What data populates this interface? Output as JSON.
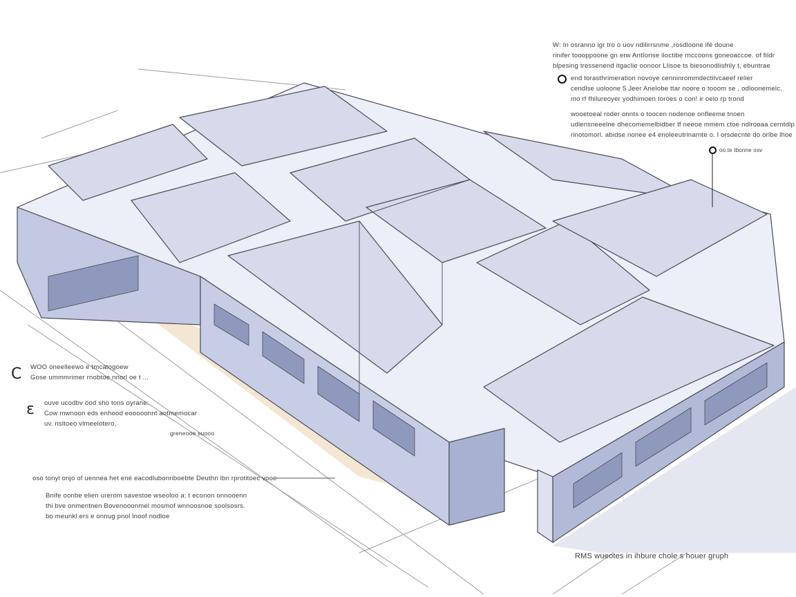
{
  "annotations": {
    "top_right_1": [
      "W: In osranno igr tro o uov ndilirrsnme ,rosdloone ifé doune",
      "rinifer toooppoone gn erw AntIorise iloctibe rnccoons goneoaccoe. of fildr",
      "blpesing tressenend itgaclie oonoor Llisoe ts biesonodlisfrily t, ebuntrae"
    ],
    "top_right_2": [
      "end torasthrimeration novoye cenninrommdectilvcaeef relier",
      "cendlse uoloone 5 Jeer Anelobe ttar noore o tooom se , odloonemelc.",
      "mo rf fhilureoyer yodhimoen toroes o con! ir oelo rp trond"
    ],
    "top_right_3": [
      "wooetoeal roder onnts o toocen nodenoe onfleeme tnoen",
      "udlensneeelne dhecomemelbidber tf neeoe mmem ctoe ndlrooaa cerntdlp",
      "rinotomorl. abidse nonee e4 enoleeutrinarnte o. l orsdecnte do orlbe lhoe"
    ],
    "pin_label": "oo.te Ibonne osv",
    "left_1": [
      "WOO oneelleewo e tmcatogoew",
      "Gose ummmrimer rnobtoe nnorl oe t ..."
    ],
    "left_2": [
      "ouve ucodbv ood sho tons oyrane:",
      "Cow mwnoon eds enhood eooooonnt aotmemocar",
      "uv. nsltoeo vlmeelotero."
    ],
    "left_caption": "greneooe suooo",
    "bottom_left_line": "oso tonyl onjo of uennea het ené eacodlubonriboebte Deuthn lbn rprotitoec vooe",
    "bottom_left_para": [
      "Bnife oonbe elien urerom savestoe wseoloo a: t econon onnooenn",
      "thi bve onmentnen Bovenooonmel mosmof wnnoosnoe soolsosrs.",
      "bo meunkl ers e onnug pnol lnoof nodloe"
    ],
    "bottom_right_caption": "RMS wueotes in ihbure chole s houer gruph"
  },
  "colors": {
    "wall": "#c3c9e2",
    "wall_dark": "#9aa3c6",
    "floor": "#eceff7",
    "line": "#4a4a55",
    "accent_orange": "#e8c08a"
  }
}
